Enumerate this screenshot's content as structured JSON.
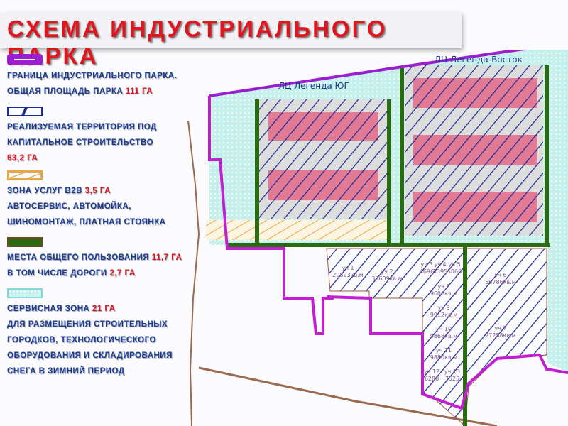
{
  "title": "СХЕМА ИНДУСТРИАЛЬНОГО ПАРКА",
  "legend": [
    {
      "icon": "purple-line-swatch",
      "color": "#9b1fd0",
      "lines": [
        "ГРАНИЦА ИНДУСТРИАЛЬНОГО ПАРКА.",
        "ОБЩАЯ ПЛОЩАДЬ ПАРКА "
      ],
      "value": "111 ГА"
    },
    {
      "icon": "blue-hatch-swatch",
      "color": "#1b2a8e",
      "lines": [
        "РЕАЛИЗУЕМАЯ ТЕРРИТОРИЯ ПОД",
        "КАПИТАЛЬНОЕ СТРОИТЕЛЬСТВО"
      ],
      "value": "63,2 ГА"
    },
    {
      "icon": "orange-hatch-swatch",
      "color": "#e6a84a",
      "lines": [
        "ЗОНА УСЛУГ B2B ",
        "АВТОСЕРВИС, АВТОМОЙКА,",
        "ШИНОМОНТАЖ, ПЛАТНАЯ СТОЯНКА"
      ],
      "value": "3,5 ГА"
    },
    {
      "icon": "green-swatch",
      "color": "#2a6a10",
      "lines": [
        "МЕСТА ОБЩЕГО ПОЛЬЗОВАНИЯ ",
        "В ТОМ ЧИСЛЕ ДОРОГИ "
      ],
      "value": "11,7 ГА",
      "value2": "2,7 ГА"
    },
    {
      "icon": "cyan-dots-swatch",
      "color": "#9fe3e0",
      "lines": [
        "СЕРВИСНАЯ ЗОНА ",
        "ДЛЯ РАЗМЕЩЕНИЯ СТРОИТЕЛЬНЫХ",
        "ГОРОДКОВ, ТЕХНОЛОГИЧЕСКОГО",
        "ОБОРУДОВАНИЯ И СКЛАДИРОВАНИЯ",
        "СНЕГА В ЗИМНИЙ ПЕРИОД"
      ],
      "value": "21 ГА"
    }
  ],
  "map": {
    "labels": {
      "west": "ЛЦ  Легенда ЮГ",
      "east": "ЛЦ  Легенда-Восток"
    },
    "plots": [
      {
        "name": "уч 1",
        "area": "20823кв.м"
      },
      {
        "name": "уч 2",
        "area": "35609кв.м"
      },
      {
        "name": "уч 3",
        "area": "4696"
      },
      {
        "name": "уч 4",
        "area": "5395"
      },
      {
        "name": "уч 5",
        "area": "5060"
      },
      {
        "name": "уч 8",
        "area": "9606кв.м"
      },
      {
        "name": "уч 9",
        "area": "9912кв.м"
      },
      {
        "name": "уч 10",
        "area": "9868кв.м"
      },
      {
        "name": "уч 11",
        "area": "9880кв.м"
      },
      {
        "name": "уч 12",
        "area": "6288"
      },
      {
        "name": "уч 13",
        "area": "7525"
      },
      {
        "name": "уч 6",
        "area": "56786кв.м"
      },
      {
        "name": "уч 7",
        "area": "27258кв.м"
      }
    ]
  }
}
